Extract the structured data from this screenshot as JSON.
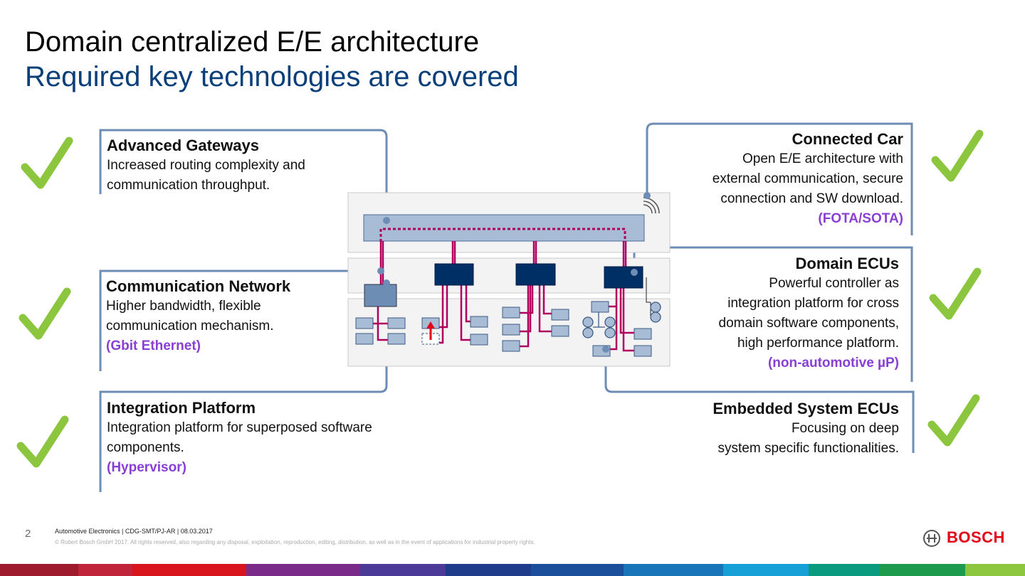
{
  "title": {
    "line1": "Domain centralized E/E architecture",
    "line2": "Required key technologies are covered"
  },
  "boxes": {
    "advanced_gateways": {
      "title": "Advanced Gateways",
      "line1": "Increased routing complexity and",
      "line2": "communication throughput."
    },
    "communication_network": {
      "title": "Communication Network",
      "line1": "Higher bandwidth, flexible",
      "line2": "communication mechanism.",
      "tech": "(Gbit Ethernet)"
    },
    "integration_platform": {
      "title": "Integration Platform",
      "line1": "Integration platform for superposed software",
      "line2": "components.",
      "tech": "(Hypervisor)"
    },
    "connected_car": {
      "title": "Connected Car",
      "line1": "Open E/E architecture with",
      "line2": "external communication, secure",
      "line3": "connection and SW download.",
      "tech": "(FOTA/SOTA)"
    },
    "domain_ecus": {
      "title": "Domain ECUs",
      "line1": "Powerful controller as",
      "line2": "integration platform for cross",
      "line3": "domain software components,",
      "line4": "high performance platform.",
      "tech": "(non-automotive µP)"
    },
    "embedded_ecus": {
      "title": "Embedded System ECUs",
      "line1": "Focusing on deep",
      "line2": "system specific functionalities."
    }
  },
  "colors": {
    "check": "#8cc63f",
    "connector": "#6e8db5",
    "bus": "#b0005f",
    "ecu_dark": "#002f66",
    "ecu_light": "#a9bcd6",
    "title_blue": "#0b3f7a",
    "tech_purple": "#8a3fd4"
  },
  "footer": {
    "page_number": "2",
    "line1": "Automotive Electronics | CDG-SMT/PJ-AR | 08.03.2017",
    "line2": "© Robert Bosch GmbH 2017. All rights reserved, also regarding any disposal, exploitation, reproduction, editing, distribution, as well as in the event of applications for industrial property rights.",
    "brand": "BOSCH"
  },
  "icons": [
    "checkmark-icon",
    "wireless-signal-icon",
    "bosch-armature-icon"
  ]
}
